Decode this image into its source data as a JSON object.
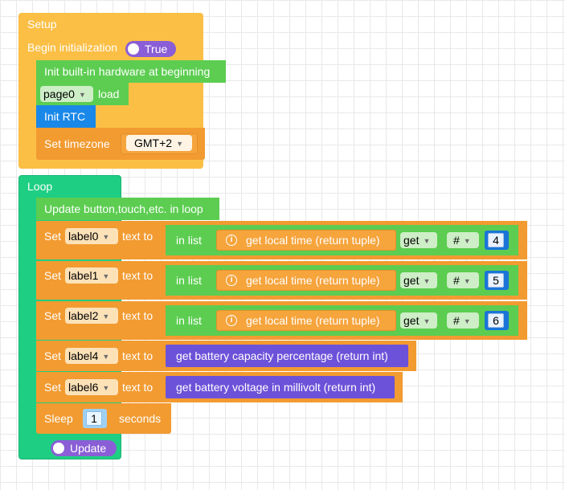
{
  "setup": {
    "title": "Setup",
    "begin_label": "Begin initialization",
    "begin_toggle": "True",
    "init_hw_label": "Init built-in hardware at beginning",
    "page_dropdown": "page0",
    "page_load_label": "load",
    "init_rtc_label": "Init RTC",
    "set_timezone_label": "Set timezone",
    "timezone_value": "GMT+2"
  },
  "loop": {
    "title": "Loop",
    "update_label": "Update button,touch,etc. in loop",
    "rows": [
      {
        "set": "Set",
        "label": "label0",
        "text_to": "text to",
        "in_list": "in list",
        "tuple": "get local time (return tuple)",
        "get": "get",
        "hash": "#",
        "index": "4"
      },
      {
        "set": "Set",
        "label": "label1",
        "text_to": "text to",
        "in_list": "in list",
        "tuple": "get local time (return tuple)",
        "get": "get",
        "hash": "#",
        "index": "5"
      },
      {
        "set": "Set",
        "label": "label2",
        "text_to": "text to",
        "in_list": "in list",
        "tuple": "get local time (return tuple)",
        "get": "get",
        "hash": "#",
        "index": "6"
      }
    ],
    "battery_rows": [
      {
        "set": "Set",
        "label": "label4",
        "text_to": "text to",
        "value": "get battery capacity percentage (return int)"
      },
      {
        "set": "Set",
        "label": "label6",
        "text_to": "text to",
        "value": "get battery voltage in millivolt (return int)"
      }
    ],
    "sleep_label": "Sleep",
    "sleep_value": "1",
    "seconds_label": "seconds",
    "update_toggle": "Update"
  },
  "colors": {
    "setup_block": "#fbbf45",
    "loop_block": "#1ecf83",
    "hardware_block": "#5ccd51",
    "rtc_block": "#1a88e8",
    "set_block": "#f29b31",
    "battery_block": "#6c52d9",
    "toggle": "#8a5ed6"
  }
}
